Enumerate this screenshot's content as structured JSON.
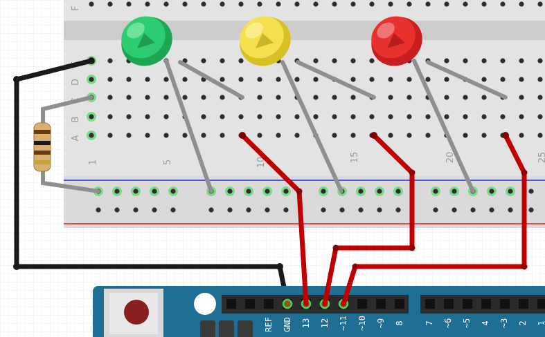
{
  "breadboard": {
    "row_labels": [
      "F",
      "E",
      "D",
      "C",
      "B",
      "A"
    ],
    "column_labels": [
      "1",
      "5",
      "10",
      "15",
      "20",
      "25"
    ]
  },
  "components": {
    "leds": [
      {
        "name": "green-led",
        "color": "#2ecc71"
      },
      {
        "name": "yellow-led",
        "color": "#f4e04d"
      },
      {
        "name": "red-led",
        "color": "#e8312f"
      }
    ],
    "resistor": {
      "bands": [
        "brown",
        "black",
        "brown",
        "gold"
      ]
    }
  },
  "arduino": {
    "header_labels": [
      "GND",
      "13",
      "12",
      "~11",
      "~10",
      "~9",
      "8"
    ],
    "header_labels_right": [
      "7",
      "~6",
      "~5",
      "4",
      "~3",
      "2",
      "1"
    ],
    "partial_label": "REF",
    "board_color": "#1f6f94"
  },
  "wire_colors": {
    "ground": "#1a1a1a",
    "signal": "#c00000",
    "lead": "#8f8f8f"
  }
}
